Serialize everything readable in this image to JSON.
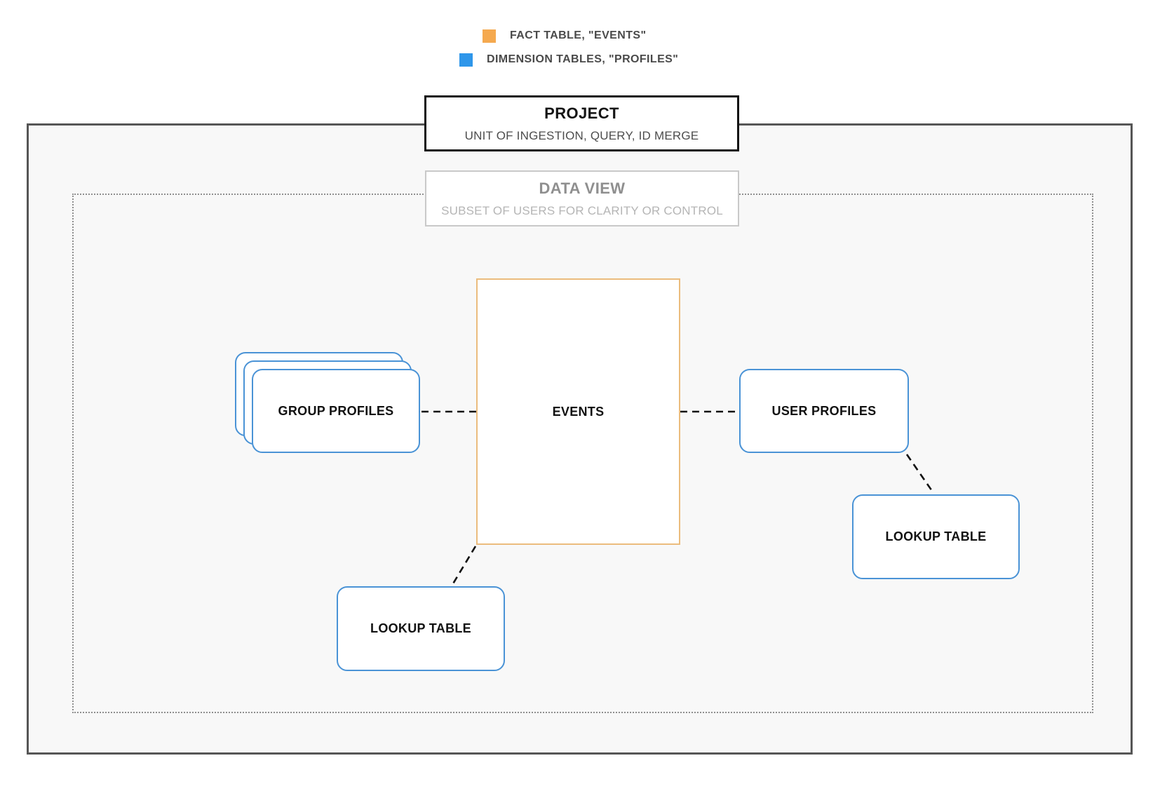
{
  "legend": {
    "items": [
      {
        "icon": "fact-table-swatch",
        "color": "#f5a94f",
        "label": "FACT TABLE, \"EVENTS\""
      },
      {
        "icon": "dimension-table-swatch",
        "color": "#2e96ea",
        "label": "DIMENSION TABLES, \"PROFILES\""
      }
    ]
  },
  "project_frame": {
    "title": "PROJECT",
    "subtitle": "UNIT OF INGESTION, QUERY, ID MERGE"
  },
  "data_view_frame": {
    "title": "DATA VIEW",
    "subtitle": "SUBSET OF USERS FOR CLARITY OR CONTROL"
  },
  "nodes": {
    "events": {
      "label": "EVENTS",
      "type": "fact-table",
      "border_color": "#ebbc7d"
    },
    "group_profiles": {
      "label": "GROUP PROFILES",
      "type": "dimension-table",
      "stacked": true,
      "border_color": "#4a93d6"
    },
    "user_profiles": {
      "label": "USER PROFILES",
      "type": "dimension-table",
      "border_color": "#4a93d6"
    },
    "lookup_table_bottom": {
      "label": "LOOKUP TABLE",
      "type": "dimension-table",
      "border_color": "#4a93d6"
    },
    "lookup_table_right": {
      "label": "LOOKUP TABLE",
      "type": "dimension-table",
      "border_color": "#4a93d6"
    }
  },
  "connectors": [
    {
      "from": "group_profiles",
      "to": "events",
      "style": "dashed"
    },
    {
      "from": "events",
      "to": "user_profiles",
      "style": "dashed"
    },
    {
      "from": "events",
      "to": "lookup_table_bottom",
      "style": "dashed"
    },
    {
      "from": "user_profiles",
      "to": "lookup_table_right",
      "style": "dashed"
    }
  ],
  "colors": {
    "fact_accent": "#f5a94f",
    "dimension_accent": "#2e96ea",
    "fact_border": "#ebbc7d",
    "dimension_border": "#4a93d6",
    "frame_border": "#565656",
    "frame_fill": "#f8f8f8",
    "dotted_border": "#8f8f8f"
  }
}
